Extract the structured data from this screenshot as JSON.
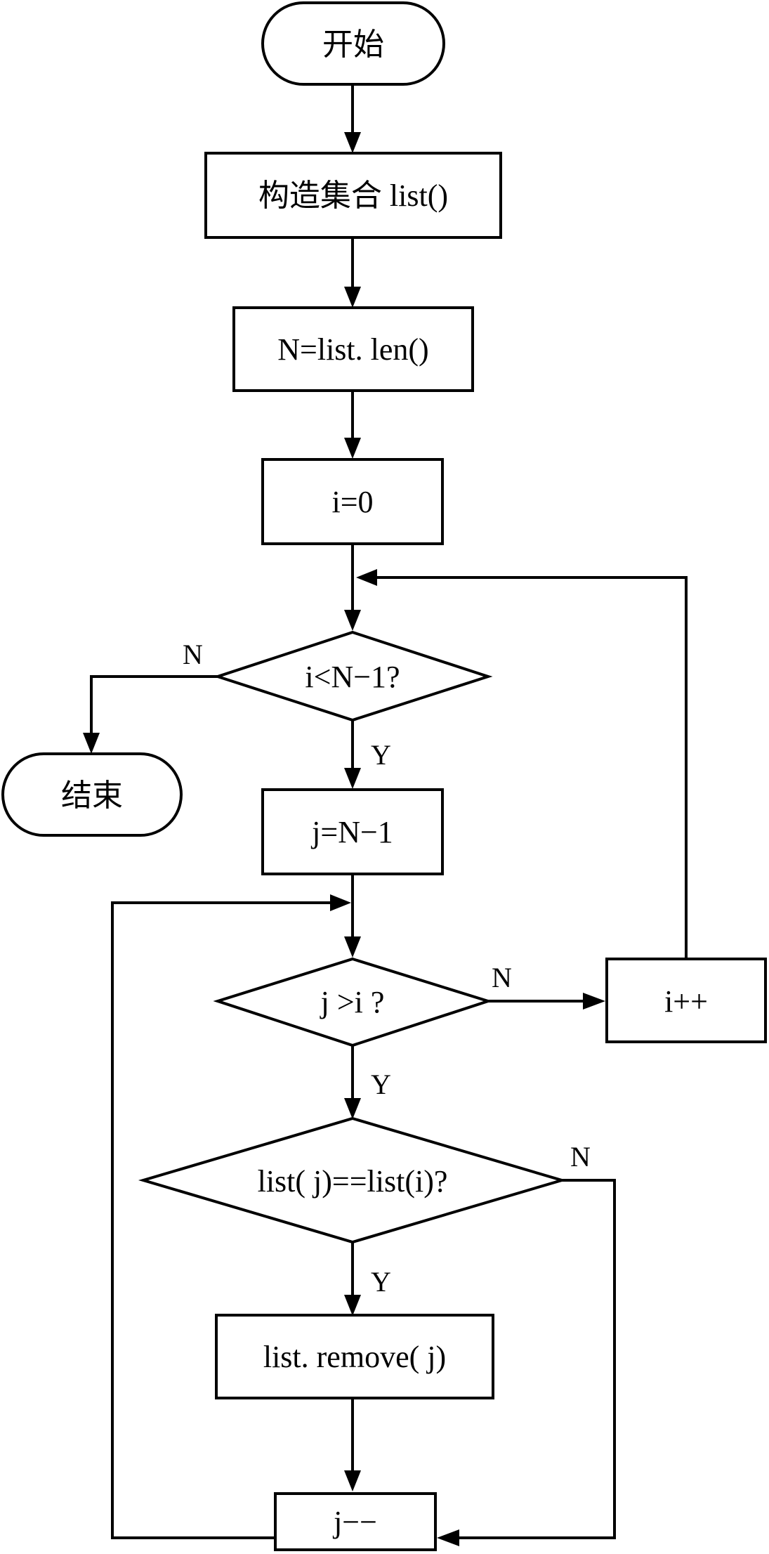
{
  "nodes": {
    "start": "开始",
    "construct": "构造集合 list()",
    "n_assign": "N=list. len()",
    "i_init": "i=0",
    "cond_i": "i<N−1?",
    "end": "结束",
    "j_init": "j=N−1",
    "cond_j": "j >i ?",
    "i_inc": "i++",
    "cond_eq": "list( j)==list(i)?",
    "remove": "list. remove( j)",
    "j_dec": "j−−"
  },
  "labels": {
    "cond_i_no": "N",
    "cond_i_yes": "Y",
    "cond_j_no": "N",
    "cond_j_yes": "Y",
    "cond_eq_no": "N",
    "cond_eq_yes": "Y"
  }
}
